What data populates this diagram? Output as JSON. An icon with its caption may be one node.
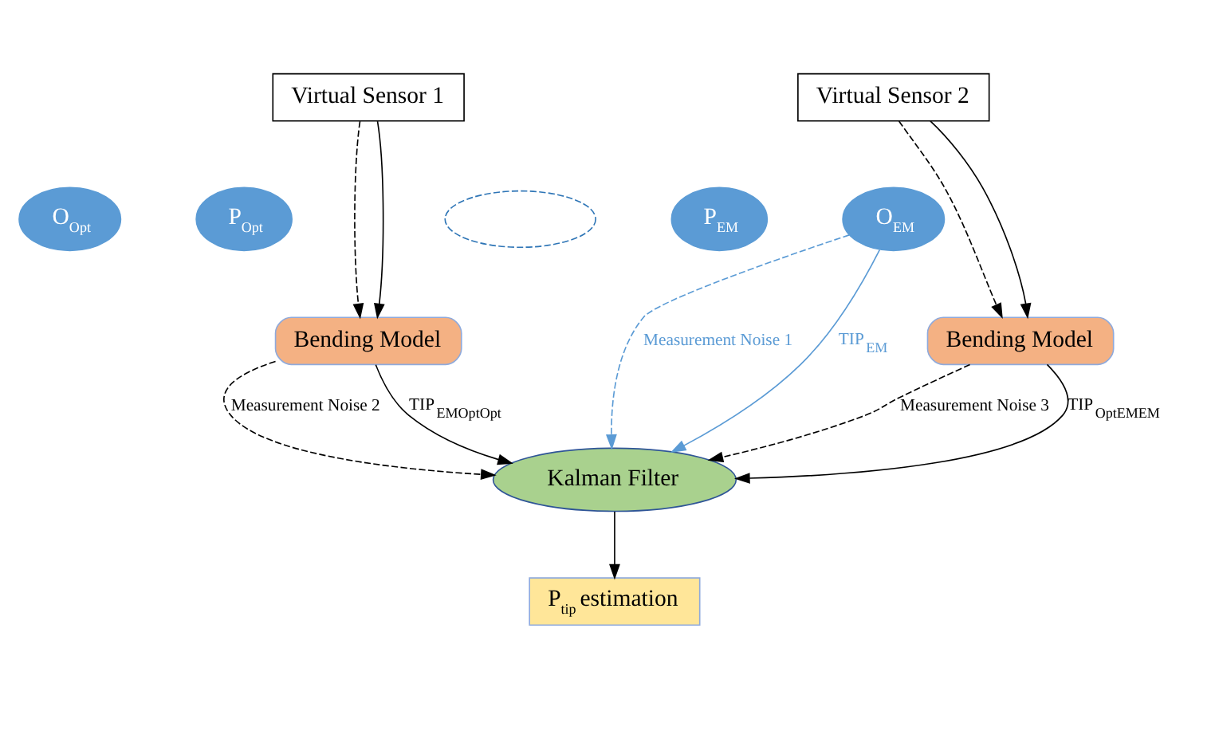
{
  "diagram": {
    "nodes": [
      {
        "text": [
          "Virtual Sensor 1"
        ]
      },
      {
        "text": [
          "Virtual Sensor 2"
        ]
      },
      {
        "text": [
          "O$_{Opt}$"
        ]
      },
      {
        "text": [
          "P$_{Opt}$"
        ]
      },
      {
        "text": [],
        "shape": "ellipse"
      },
      {
        "text": [
          "P$_{EM}$"
        ]
      },
      {
        "text": [
          "O$_{EM}$"
        ]
      },
      {
        "text": [
          "Bending Model"
        ]
      },
      {
        "text": [
          "Bending Model"
        ]
      },
      {
        "text": [
          "Kalman Filter"
        ]
      },
      {
        "text": [
          "P$_{tip}$ estimation"
        ]
      }
    ],
    "edges": [
      {
        "from": 0,
        "to": 7,
        "arrow": "to",
        "style": "dashed"
      },
      {
        "from": 0,
        "to": 7,
        "arrow": "to"
      },
      {
        "from": 1,
        "to": 8,
        "arrow": "to",
        "style": "dashed"
      },
      {
        "from": 1,
        "to": 8,
        "arrow": "to"
      },
      {
        "from": 6,
        "to": 9,
        "arrow": "to",
        "style": "dashed",
        "color": "#5b9bd5",
        "label": "Measurement Noise 1"
      },
      {
        "from": 6,
        "to": 9,
        "arrow": "to",
        "color": "#5b9bd5",
        "label": "TIP$_{EM}$"
      },
      {
        "from": 7,
        "to": 9,
        "arrow": "to",
        "label": "TIP$_{EMOptOpt}$"
      },
      {
        "from": 7,
        "to": 9,
        "arrow": "to",
        "style": "dashed",
        "label": "Measurement Noise 2"
      },
      {
        "from": 8,
        "to": 9,
        "arrow": "to",
        "label": "TIP$_{OptEMEM}$"
      },
      {
        "from": 8,
        "to": 9,
        "arrow": "to",
        "style": "dashed",
        "label": "Measurement Noise 3"
      },
      {
        "from": 9,
        "to": 10,
        "arrow": "to"
      }
    ]
  }
}
